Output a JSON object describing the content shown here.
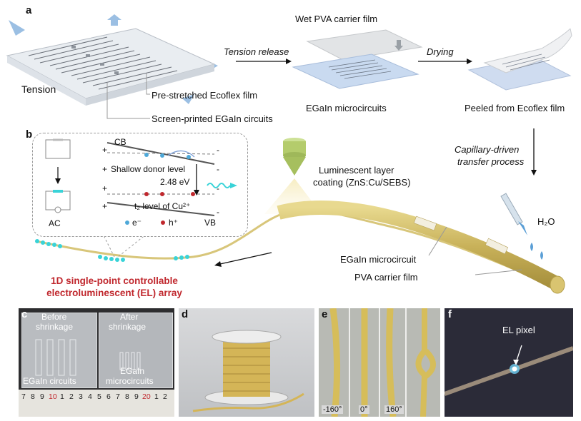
{
  "panels": {
    "a": {
      "letter": "a",
      "tension": "Tension",
      "prestretched": "Pre-stretched Ecoflex film",
      "screen_printed": "Screen-printed EGaIn circuits",
      "tension_release": "Tension release",
      "wet_pva": "Wet PVA carrier film",
      "egain_micro": "EGaIn microcircuits",
      "drying": "Drying",
      "peeled": "Peeled from Ecoflex film"
    },
    "b": {
      "letter": "b",
      "capillary_line1": "Capillary-driven",
      "capillary_line2": "transfer process",
      "water": "H₂O",
      "lum_line1": "Luminescent layer",
      "lum_line2": "coating (ZnS:Cu/SEBS)",
      "egain_microcircuit": "EGaIn microcircuit",
      "pva_carrier": "PVA carrier film",
      "array_line1": "1D single-point controllable",
      "array_line2": "electroluminescent (EL) array",
      "band": {
        "cb": "CB",
        "vb": "VB",
        "shallow": "Shallow donor level",
        "energy": "2.48 eV",
        "t2": "t₂ level of Cu²⁺",
        "electron": "e⁻",
        "hole": "h⁺",
        "ac": "AC",
        "plus": "+",
        "minus": "-"
      }
    },
    "c": {
      "letter": "c",
      "before_line1": "Before",
      "before_line2": "shrinkage",
      "after_line1": "After",
      "after_line2": "shrinkage",
      "egain_circuits": "EGaIn circuits",
      "egain_micro_line1": "EGaIn",
      "egain_micro_line2": "microcircuits",
      "ruler": [
        "7",
        "8",
        "9",
        "10",
        "1",
        "2",
        "3",
        "4",
        "5",
        "6",
        "7",
        "8",
        "9",
        "20",
        "1",
        "2"
      ]
    },
    "d": {
      "letter": "d"
    },
    "e": {
      "letter": "e",
      "angles": [
        "-160°",
        "0°",
        "160°"
      ]
    },
    "f": {
      "letter": "f",
      "el_pixel": "EL pixel"
    }
  },
  "colors": {
    "fiber": "#d6bf6a",
    "emission": "#3ed6d6",
    "title_red": "#c0272d",
    "photo_dark": "#2a2a35"
  }
}
